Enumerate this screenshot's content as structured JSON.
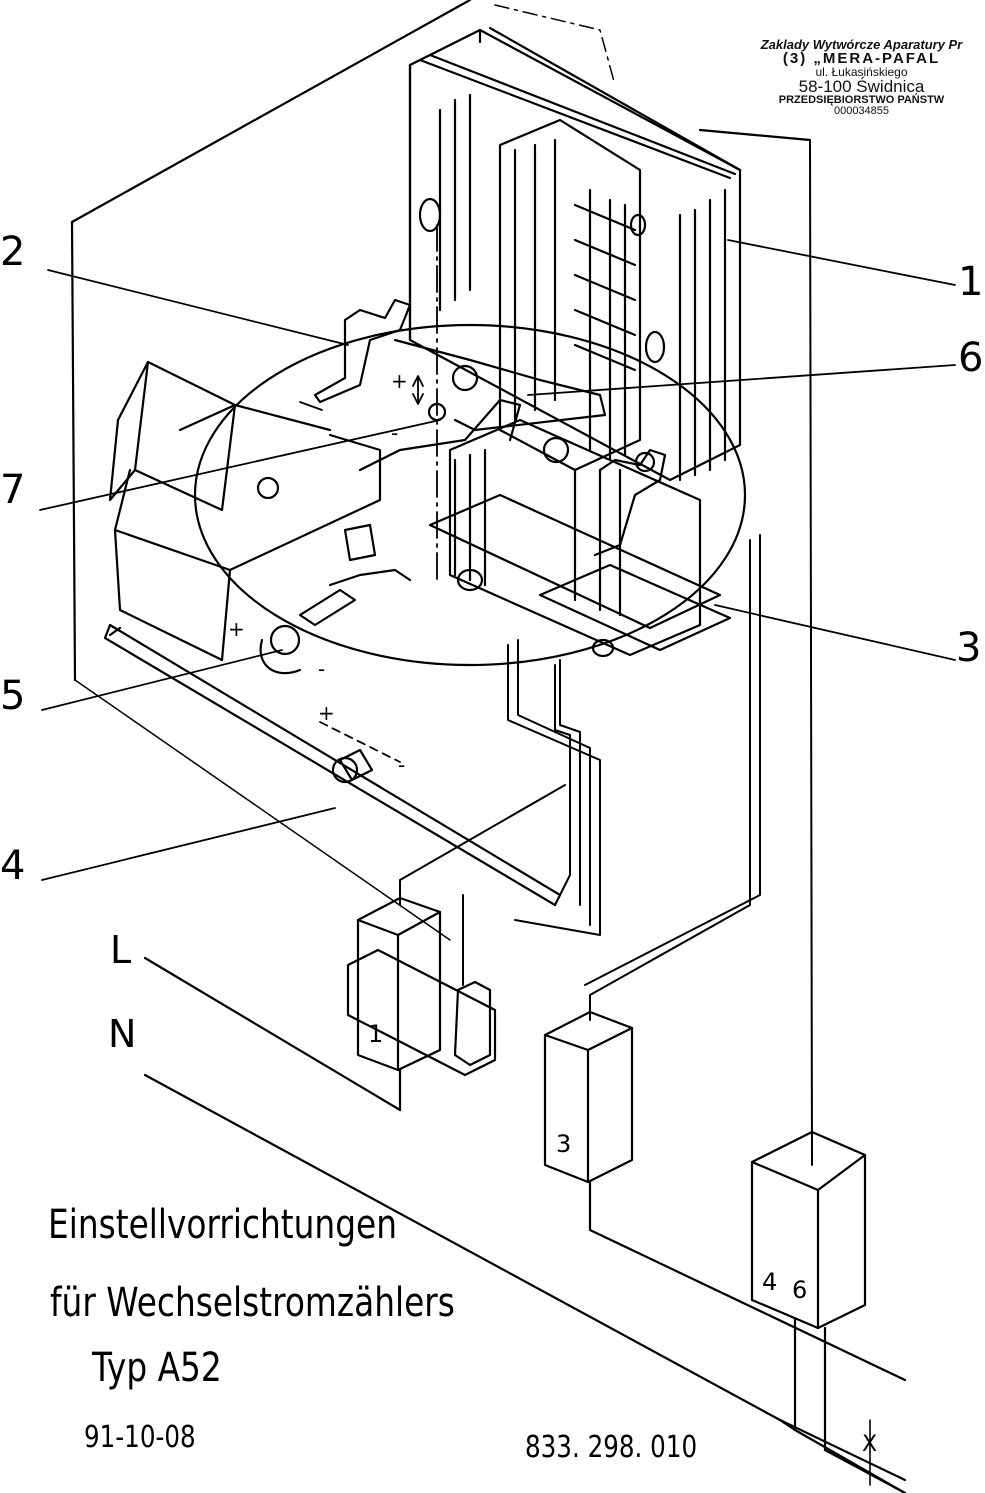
{
  "stamp": {
    "line1": "Zaklady Wytwórcze Aparatury Pr",
    "line2": "(3)   „MERA-PAFAL",
    "line3": "ul. Łukasińskiego",
    "line4": "58-100 Świdnica",
    "line5": "PRZEDSIĘBIORSTWO PAŃSTW",
    "line6": "000034855"
  },
  "callouts": {
    "c1": "1",
    "c2": "2",
    "c3": "3",
    "c4": "4",
    "c5": "5",
    "c6": "6",
    "c7": "7"
  },
  "wiring": {
    "line_l": "L",
    "line_n": "N",
    "box1": "1",
    "box3": "3",
    "box46_a": "4",
    "box46_b": "6",
    "cross_mark": "X"
  },
  "caption": {
    "title_line1": "Einstellvorrichtungen",
    "title_line2": "für Wechselstromzählers",
    "title_line3": "Typ    A52",
    "date": "91-10-08",
    "drawing_number": "833. 298. 010"
  },
  "signs": {
    "plus": "+",
    "minus": "-"
  }
}
